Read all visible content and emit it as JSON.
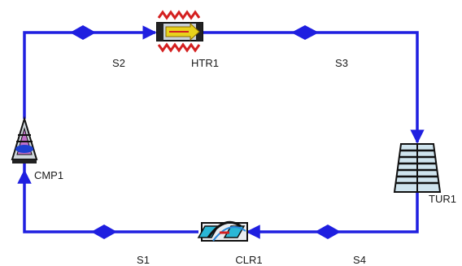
{
  "diagram": {
    "line_color": "#1f1fe0",
    "streams": [
      {
        "id": "s1",
        "label": "S1"
      },
      {
        "id": "s2",
        "label": "S2"
      },
      {
        "id": "s3",
        "label": "S3"
      },
      {
        "id": "s4",
        "label": "S4"
      }
    ],
    "blocks": [
      {
        "id": "htr1",
        "label": "HTR1",
        "icon": "heater-icon"
      },
      {
        "id": "tur1",
        "label": "TUR1",
        "icon": "turbine-icon"
      },
      {
        "id": "clr1",
        "label": "CLR1",
        "icon": "cooler-icon"
      },
      {
        "id": "cmp1",
        "label": "CMP1",
        "icon": "compressor-icon"
      }
    ]
  }
}
